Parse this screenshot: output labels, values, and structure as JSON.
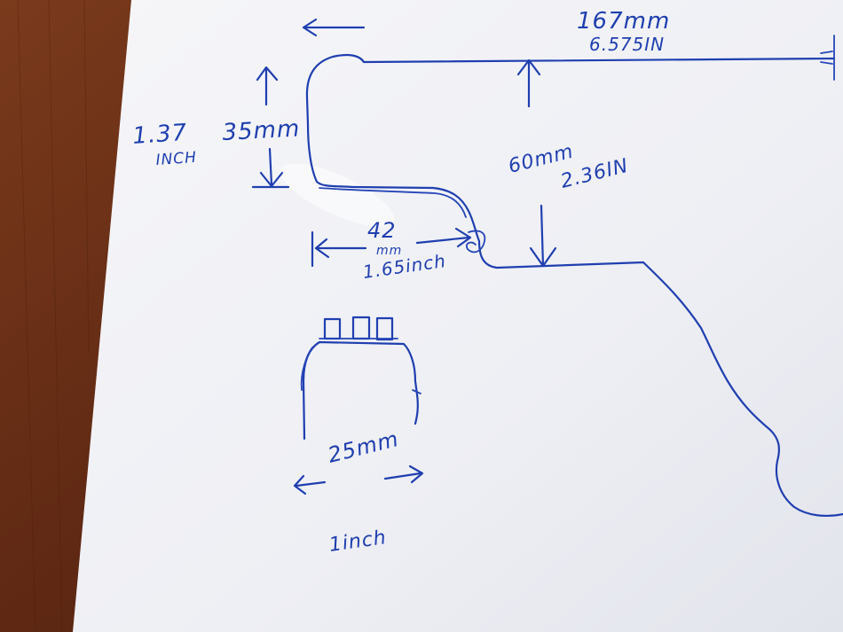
{
  "labels": {
    "overall_length_mm": "167mm",
    "overall_length_in": "6.575IN",
    "left_height_in_value": "1.37",
    "left_height_in_unit": "INCH",
    "left_height_mm": "35mm",
    "main_height_mm": "60mm",
    "main_height_in": "2.36IN",
    "step_width_value": "42",
    "step_width_unit": "mm",
    "step_width_in": "1.65inch",
    "connector_width_mm": "25mm",
    "connector_width_in": "1inch"
  },
  "colors": {
    "ink": "#1f3fb0",
    "paper": "#f3f4f7",
    "table": "#6b2f17"
  }
}
